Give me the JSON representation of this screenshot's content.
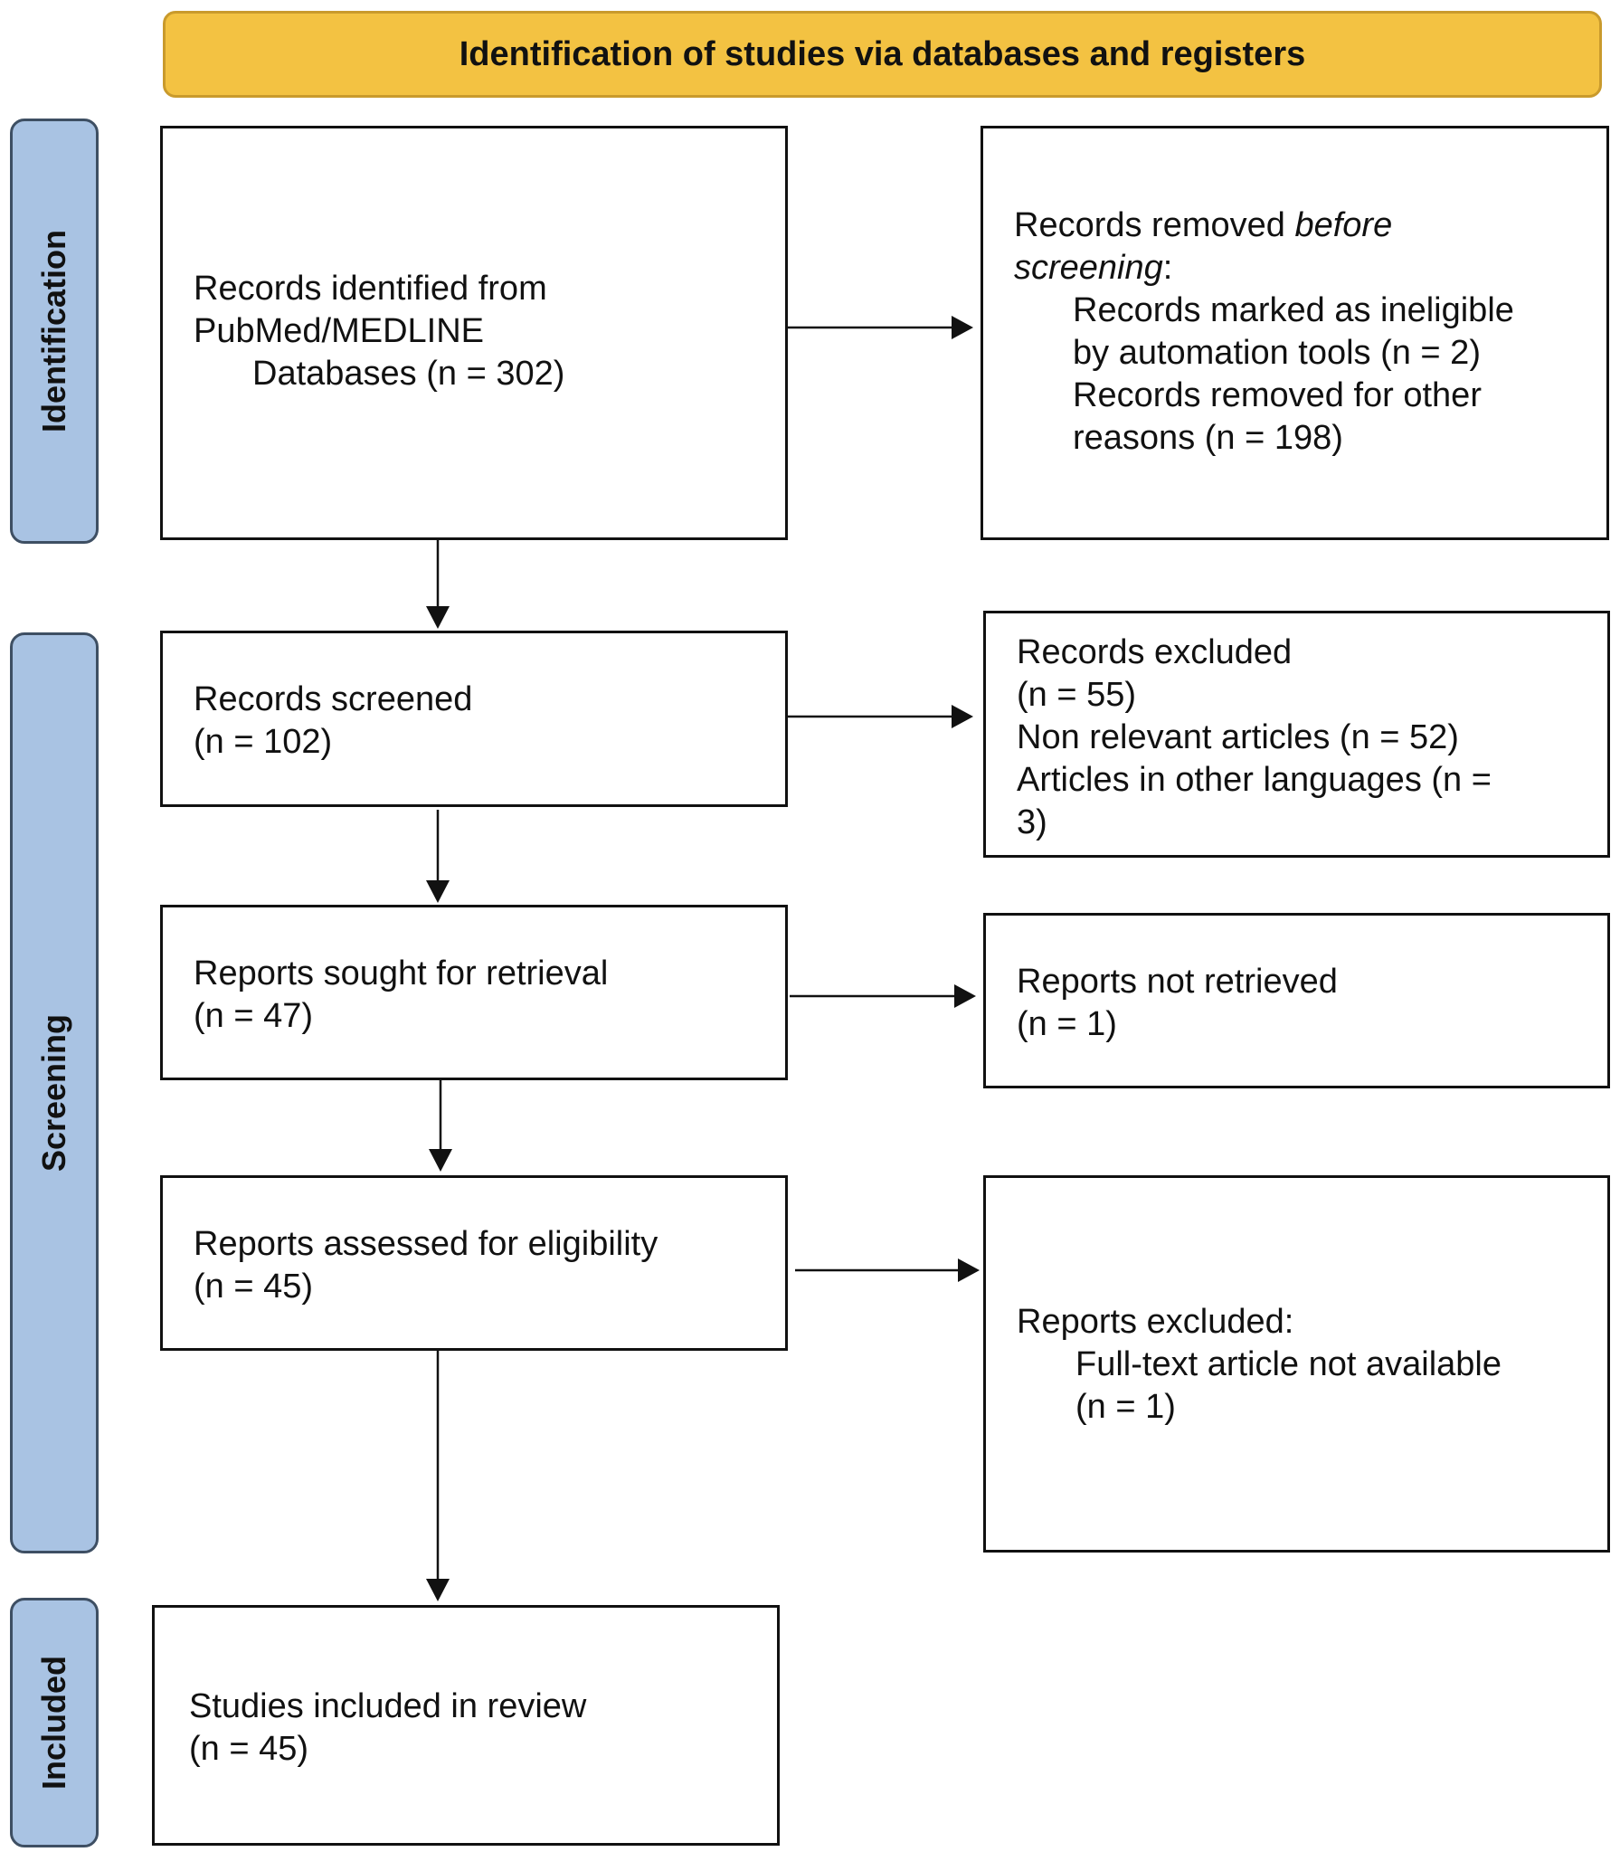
{
  "header": {
    "title": "Identification of studies via databases and registers"
  },
  "phases": {
    "identification": "Identification",
    "screening": "Screening",
    "included": "Included"
  },
  "boxes": {
    "identified": {
      "line1": "Records identified from",
      "line2": "PubMed/MEDLINE",
      "line3": "Databases (n = 302)"
    },
    "removed_before": {
      "heading_pre": "Records removed ",
      "heading_em1": "before",
      "heading_em2": "screening",
      "heading_colon": ":",
      "item1_line1": "Records marked as ineligible",
      "item1_line2": "by automation tools (n = 2)",
      "item2_line1": "Records removed for other",
      "item2_line2": "reasons (n = 198)"
    },
    "screened": {
      "line1": "Records screened",
      "line2": "(n = 102)"
    },
    "excluded": {
      "line1": "Records excluded",
      "line2": "(n = 55)",
      "line3": "Non relevant articles (n = 52)",
      "line4": "Articles in other languages (n =",
      "line5": "3)"
    },
    "sought": {
      "line1": "Reports sought for retrieval",
      "line2": "(n = 47)"
    },
    "not_retrieved": {
      "line1": "Reports not retrieved",
      "line2": "(n = 1)"
    },
    "assessed": {
      "line1": "Reports assessed for eligibility",
      "line2": "(n = 45)"
    },
    "reports_excluded": {
      "line1": "Reports excluded:",
      "line2": "Full-text article not available",
      "line3": "(n = 1)"
    },
    "included": {
      "line1": "Studies included in review",
      "line2": "(n = 45)"
    }
  },
  "colors": {
    "header_fill": "#f3c242",
    "phase_fill": "#a9c3e3",
    "line": "#111111"
  }
}
